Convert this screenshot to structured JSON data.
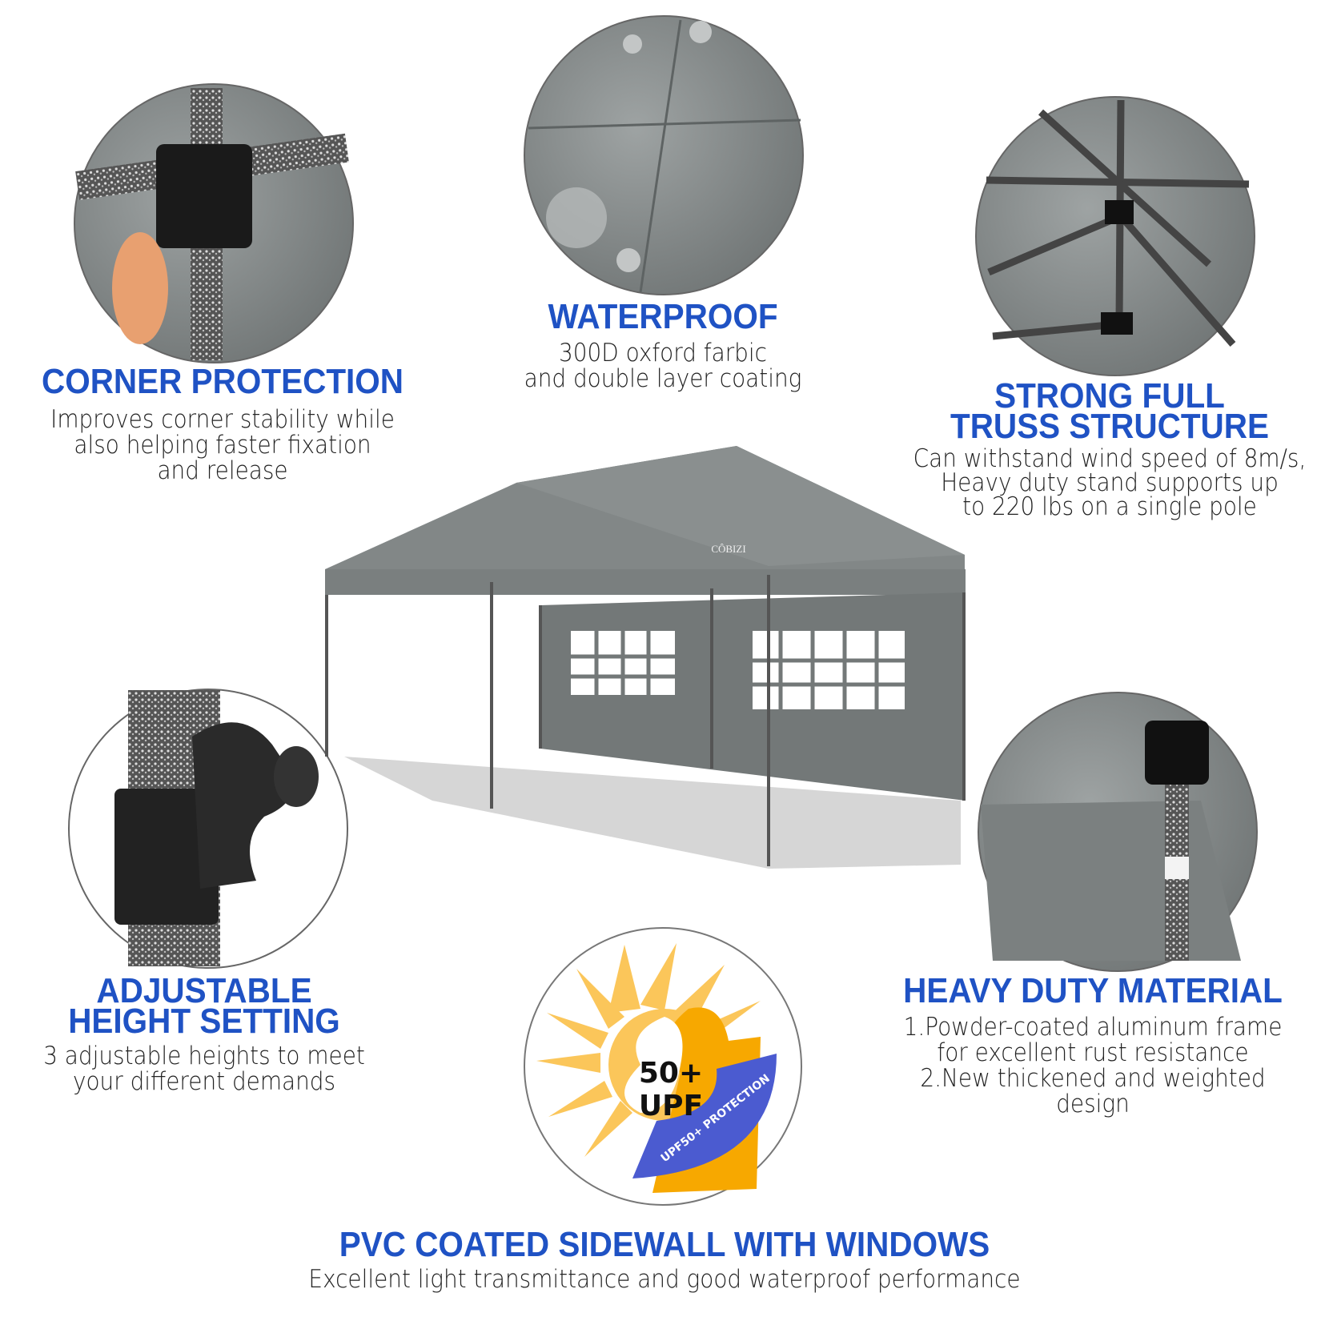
{
  "colors": {
    "title": "#1f52c4",
    "body": "#222222",
    "canopy": "#7d8282",
    "sun": "#fbc65a",
    "sun_dark": "#f7a800",
    "badge_band": "#4b5bd0"
  },
  "features": {
    "corner": {
      "title": "CORNER PROTECTION",
      "lines": [
        "Improves corner stability while",
        "also helping faster fixation",
        "and release"
      ]
    },
    "waterproof": {
      "title": "WATERPROOF",
      "lines": [
        "300D oxford farbic",
        "and double layer coating"
      ]
    },
    "truss": {
      "title_lines": [
        "STRONG FULL",
        "TRUSS STRUCTURE"
      ],
      "lines": [
        "Can withstand wind speed of 8m/s,",
        "Heavy duty stand supports up",
        "to 220 lbs on a single pole"
      ]
    },
    "adjustable": {
      "title_lines": [
        "ADJUSTABLE",
        "HEIGHT SETTING"
      ],
      "lines": [
        "3 adjustable heights to meet",
        "your different demands"
      ]
    },
    "heavy": {
      "title": "HEAVY DUTY MATERIAL",
      "lines": [
        "1.Powder-coated aluminum frame",
        "for excellent rust resistance",
        "2.New thickened and weighted",
        "design"
      ]
    },
    "sidewall": {
      "title": "PVC COATED SIDEWALL WITH WINDOWS",
      "lines": [
        "Excellent light transmittance and good waterproof performance"
      ]
    }
  },
  "badge": {
    "value": "50+",
    "unit": "UPF",
    "band_text": "UPF50+ PROTECTION"
  },
  "brand": "CÔBIZI"
}
